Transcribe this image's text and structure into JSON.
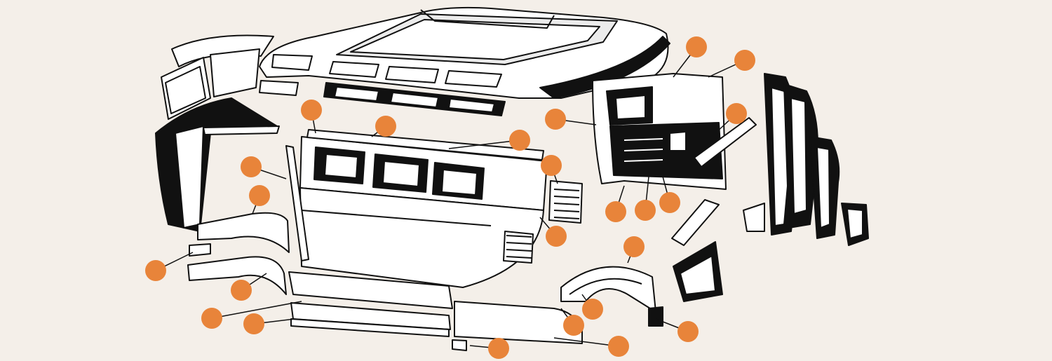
{
  "diagram": {
    "background": "#f4efe9",
    "ink": "#111111",
    "body_fill": "#ffffff",
    "hotspot_color": "#e8843a",
    "parts": [
      {
        "id": "roof-skin",
        "icon": "roof-panel"
      },
      {
        "id": "rear-corner-window-frame",
        "icon": "window-frame"
      },
      {
        "id": "c-pillar",
        "icon": "pillar"
      },
      {
        "id": "window-channel",
        "icon": "trim-strip"
      },
      {
        "id": "side-panel-upper",
        "icon": "side-panel"
      },
      {
        "id": "side-panel-lower",
        "icon": "side-panel"
      },
      {
        "id": "engine-vent-louvre",
        "icon": "vent"
      },
      {
        "id": "rear-arch-repair",
        "icon": "wheel-arch"
      },
      {
        "id": "rear-quarter-repair",
        "icon": "quarter-panel"
      },
      {
        "id": "sill-outer",
        "icon": "sill"
      },
      {
        "id": "sill-inner",
        "icon": "sill"
      },
      {
        "id": "front-arch-repair",
        "icon": "wheel-arch"
      },
      {
        "id": "jacking-point",
        "icon": "bracket"
      },
      {
        "id": "cab-rear-panel",
        "icon": "bulkhead"
      },
      {
        "id": "cab-floor-support",
        "icon": "trim-strip"
      },
      {
        "id": "inner-wheel-arch",
        "icon": "wheel-arch"
      },
      {
        "id": "door-pillar",
        "icon": "pillar"
      },
      {
        "id": "door-skin",
        "icon": "door"
      },
      {
        "id": "step-well",
        "icon": "bracket"
      }
    ],
    "hotspots": [
      {
        "id": "callout-1"
      },
      {
        "id": "callout-2"
      },
      {
        "id": "callout-3"
      },
      {
        "id": "callout-4"
      },
      {
        "id": "callout-5"
      },
      {
        "id": "callout-6"
      },
      {
        "id": "callout-7"
      },
      {
        "id": "callout-8"
      },
      {
        "id": "callout-9"
      },
      {
        "id": "callout-10"
      },
      {
        "id": "callout-11"
      },
      {
        "id": "callout-12"
      },
      {
        "id": "callout-13"
      },
      {
        "id": "callout-14"
      },
      {
        "id": "callout-15"
      },
      {
        "id": "callout-16"
      },
      {
        "id": "callout-17"
      },
      {
        "id": "callout-18"
      },
      {
        "id": "callout-19"
      },
      {
        "id": "callout-20"
      },
      {
        "id": "callout-21"
      },
      {
        "id": "callout-22"
      },
      {
        "id": "callout-23"
      },
      {
        "id": "callout-24"
      },
      {
        "id": "callout-25"
      },
      {
        "id": "callout-26"
      },
      {
        "id": "callout-27"
      }
    ]
  }
}
